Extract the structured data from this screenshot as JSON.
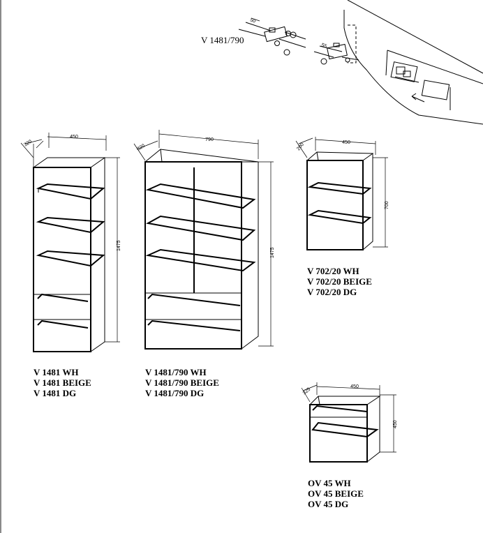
{
  "mounting": {
    "code": "V 1481/790",
    "dims": {
      "d1": "50",
      "d2": "55"
    }
  },
  "cabinets": [
    {
      "id": "v1481",
      "dims": {
        "depth": "320",
        "width": "450",
        "height": "1475"
      },
      "variants": [
        "V 1481 WH",
        "V 1481 BEIGE",
        "V 1481 DG"
      ]
    },
    {
      "id": "v1481-790",
      "dims": {
        "depth": "320",
        "width": "790",
        "height": "1475"
      },
      "variants": [
        "V 1481/790 WH",
        "V 1481/790 BEIGE",
        "V 1481/790 DG"
      ]
    },
    {
      "id": "v702-20",
      "dims": {
        "depth": "200",
        "width": "450",
        "height": "700"
      },
      "variants": [
        "V 702/20 WH",
        "V 702/20 BEIGE",
        "V 702/20 DG"
      ]
    },
    {
      "id": "ov45",
      "dims": {
        "depth": "325",
        "width": "450",
        "height": "450"
      },
      "variants": [
        "OV 45 WH",
        "OV 45 BEIGE",
        "OV 45 DG"
      ]
    }
  ]
}
